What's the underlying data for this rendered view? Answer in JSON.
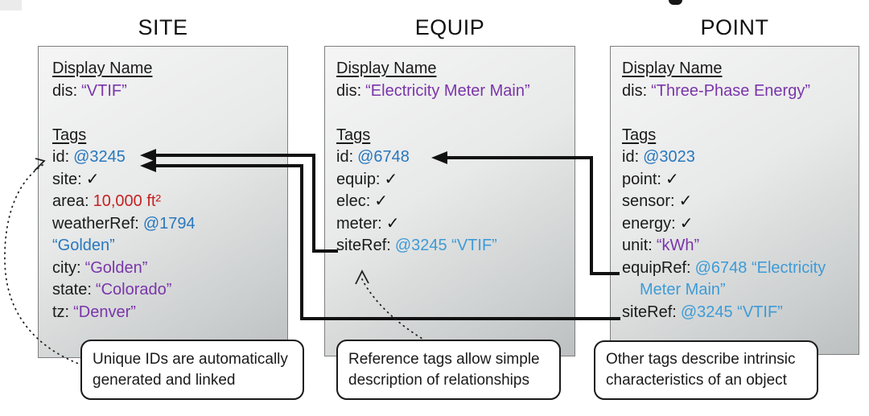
{
  "colors": {
    "id_blue": "#2878BE",
    "ref_blue": "#3E9BD6",
    "purple": "#7A35A9",
    "red": "#C42222",
    "line_black": "#111111",
    "card_gray_top": "#f5f5f5",
    "card_gray_bottom": "#bcc0c0"
  },
  "cards": [
    {
      "title": "SITE",
      "display_name_label": "Display Name",
      "dis": {
        "key": "dis:",
        "value": "“VTIF”"
      },
      "tags_label": "Tags",
      "tags": [
        {
          "key": "id:",
          "value": "@3245"
        },
        {
          "key": "site:",
          "value": "✓"
        },
        {
          "key": "area:",
          "value": "10,000 ft²"
        },
        {
          "key": "weatherRef:",
          "value": "@1794"
        },
        {
          "key": "",
          "value": "“Golden”"
        },
        {
          "key": "city:",
          "value": "“Golden”"
        },
        {
          "key": "state:",
          "value": "“Colorado”"
        },
        {
          "key": "tz:",
          "value": "“Denver”"
        }
      ]
    },
    {
      "title": "EQUIP",
      "display_name_label": "Display Name",
      "dis": {
        "key": "dis:",
        "value": "“Electricity Meter Main”"
      },
      "tags_label": "Tags",
      "tags": [
        {
          "key": "id:",
          "value": "@6748"
        },
        {
          "key": "equip:",
          "value": "✓"
        },
        {
          "key": "elec:",
          "value": "✓"
        },
        {
          "key": "meter:",
          "value": "✓"
        },
        {
          "key": "siteRef:",
          "value": "@3245 “VTIF”"
        }
      ]
    },
    {
      "title": "POINT",
      "display_name_label": "Display Name",
      "dis": {
        "key": "dis:",
        "value": "“Three-Phase Energy”"
      },
      "tags_label": "Tags",
      "tags": [
        {
          "key": "id:",
          "value": "@3023"
        },
        {
          "key": "point:",
          "value": "✓"
        },
        {
          "key": "sensor:",
          "value": "✓"
        },
        {
          "key": "energy:",
          "value": "✓"
        },
        {
          "key": "unit:",
          "value": "“kWh”"
        },
        {
          "key": "equipRef:",
          "value": "@6748 “Electricity Meter Main”"
        },
        {
          "key": "siteRef:",
          "value": "@3245 “VTIF”"
        }
      ]
    }
  ],
  "connections": [
    {
      "from": "EQUIP.siteRef",
      "to": "SITE.id @3245"
    },
    {
      "from": "POINT.siteRef",
      "to": "SITE.id @3245"
    },
    {
      "from": "POINT.equipRef",
      "to": "EQUIP.id @6748"
    }
  ],
  "callouts": [
    {
      "text": "Unique IDs are automatically generated and linked"
    },
    {
      "text": "Reference tags allow simple description of relationships"
    },
    {
      "text": "Other tags describe intrinsic characteristics of an object"
    }
  ]
}
